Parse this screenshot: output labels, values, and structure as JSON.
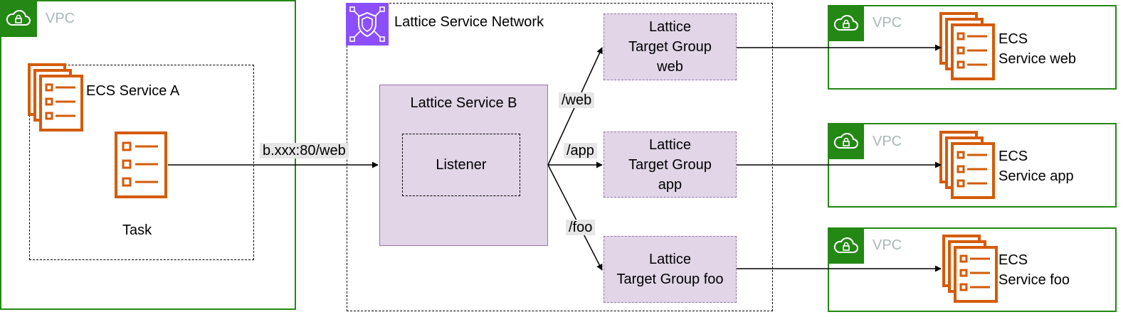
{
  "vpc_label": "VPC",
  "left_vpc": {
    "ecs_service_a": "ECS Service A",
    "task": "Task"
  },
  "edge_label_main": "b.xxx:80/web",
  "network": {
    "title": "Lattice Service Network",
    "service_b": "Lattice Service B",
    "listener": "Listener",
    "routes": [
      "/web",
      "/app",
      "/foo"
    ],
    "target_groups": [
      {
        "label": "Lattice\nTarget Group\nweb"
      },
      {
        "label": "Lattice\nTarget Group\napp"
      },
      {
        "label": "Lattice\nTarget Group foo"
      }
    ]
  },
  "right_vpcs": [
    {
      "ecs": "ECS\nService web"
    },
    {
      "ecs": "ECS\nService app"
    },
    {
      "ecs": "ECS\nService foo"
    }
  ],
  "colors": {
    "vpc_green": "#248814",
    "ecs_orange": "#d45b07",
    "lattice_purple": "#8c4fff",
    "lattice_fill": "#e1d5e7",
    "lattice_stroke": "#9673a6"
  }
}
